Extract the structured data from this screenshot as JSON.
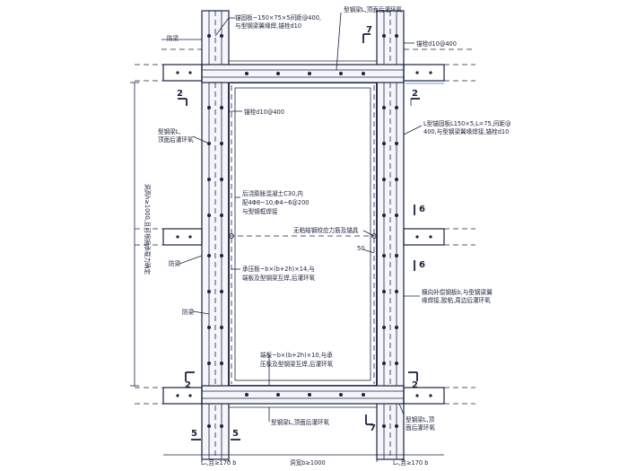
{
  "annotations": {
    "anchor_plate_top": "锚固板~150×75×5间距@400,",
    "anchor_plate_top_2": "与型钢梁翼缘焊,锚栓d10",
    "top_beam": "型钢梁L,顶面后灌环氧",
    "anchor_bolt_top_right": "锚栓d10@400",
    "anchor_bolt_left": "锚栓d10@400",
    "steel_beam_left": "型钢梁L,",
    "steel_beam_left_2": "顶面后灌环氧",
    "angle_plate_right": "L型锚固板L150×5,L=75,间距@",
    "angle_plate_right_2": "400,与型钢梁翼缘焊接,锚栓d10",
    "concrete": "后浇膨胀混凝土C30,内",
    "concrete_2": "配4Φ8~10,Φ4~6@200",
    "concrete_3": "与型钢框焊接",
    "prestress": "无粘结钢绞应力筋及锚具",
    "dim_50": "50",
    "bearing_plate": "承压板~b×(b+2h)×14,与",
    "bearing_plate_2": "端板及型钢梁互焊,后灌环氧",
    "right_column": "横向补偿钢板b,与型钢梁翼",
    "right_column_2": "缘焊接,胶粘,周边后灌环氧",
    "end_plate": "端板~b×(b+2h)×10,与承",
    "end_plate_2": "压板及型钢梁互焊,后灌环氧",
    "bottom_beam": "型钢梁L,顶面后灌环氧",
    "bottom_right_beam": "型钢梁L,顶",
    "bottom_right_beam_2": "面后灌环氧",
    "side_vertical": "洞高h≥1000,且可根据承载力确定",
    "dim_left": "Lₙ,且≥170 b",
    "dim_middle": "洞宽b≥1000",
    "dim_right": "Lₙ,且≥170 b",
    "wall_beam_top": "防梁",
    "wall_beam_mid": "防梁",
    "wall_beam_low": "防梁"
  },
  "section_marks": {
    "s2_top_left": "2",
    "s2_top_right": "2",
    "s2_bottom_left": "2",
    "s2_bottom_right": "2",
    "s6_top": "6",
    "s6_bottom": "6",
    "s7_top": "7",
    "s7_bottom": "7",
    "s5_left": "5",
    "s5_right": "5"
  },
  "colors": {
    "ink": "#1b2240",
    "guide": "#3a7fb0"
  }
}
